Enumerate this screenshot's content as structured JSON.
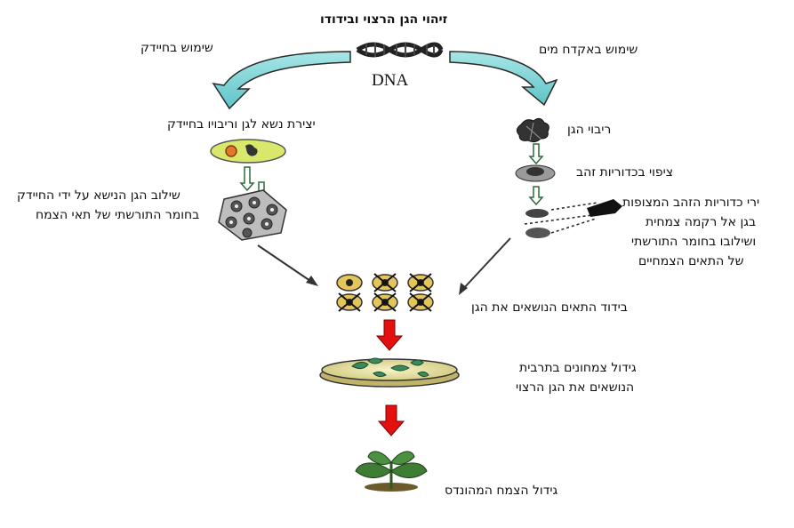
{
  "title": "זיהוי הגן הרצוי ובידודו",
  "dna_label": "DNA",
  "left_branch": {
    "method": "שימוש בחיידק",
    "step1": "יצירת נשא לגן וריבויו בחיידק",
    "step2_line1": "שילוב הגן הנישא על ידי החיידק",
    "step2_line2": "בחומר התורשתי של תאי הצמח"
  },
  "right_branch": {
    "method": "שימוש באקדח מים",
    "step1": "ריבוי הגן",
    "step2": "ציפוי בכדוריות זהב",
    "step3_line1": "ירי כדוריות הזהב המצופות",
    "step3_line2": "בגן אל רקמה צמחית",
    "step3_line3": "ושילובו בחומר התורשתי",
    "step3_line4": "של התאים הצמחיים"
  },
  "selection": "בידוד התאים הנושאים את הגן",
  "culture_line1": "גידול צמחונים בתרבית",
  "culture_line2": "הנושאים את הגן הרצוי",
  "final": "גידול הצמח המהונדס",
  "colors": {
    "curved_arrow": "#7fd3d6",
    "down_arrow": "#e41010",
    "dish": "#e8e3a4",
    "leaf": "#3f7d34",
    "dark": "#222222"
  }
}
